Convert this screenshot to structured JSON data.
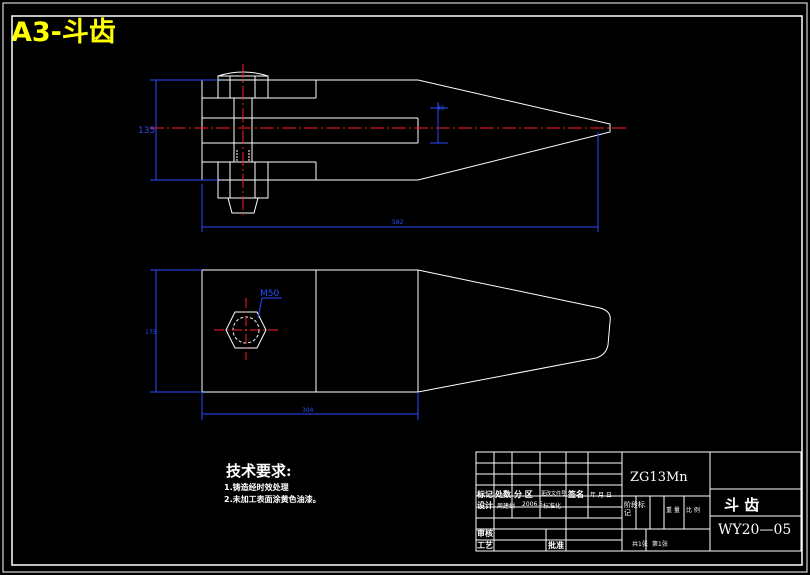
{
  "sheet_title": "A3-斗齿",
  "dimensions": {
    "top_height": "135",
    "top_small": "30",
    "top_length": "582",
    "thread": "M50",
    "bottom_height": "175",
    "bottom_length": "304"
  },
  "tech_requirements": {
    "heading": "技术要求:",
    "items": [
      "1.铸造经时效处理",
      "2.未加工表面涂黄色油漆。"
    ]
  },
  "title_block": {
    "material": "ZG13Mn",
    "part_name": "斗  齿",
    "drawing_no": "WY20—05",
    "row_labels": {
      "marks": "标记",
      "count": "处数",
      "zone": "分 区",
      "change_doc": "更改文件号",
      "sign": "签名",
      "date": "年 月 日",
      "design": "设计",
      "designer": "周建树",
      "date_value": "2006.5",
      "standard": "标准化",
      "review": "审核",
      "process": "工艺",
      "approve": "批准",
      "stage_mark": "阶段标记",
      "weight": "重 量",
      "scale": "比 例",
      "sheets_total": "共1张",
      "sheet_no": "第1张"
    }
  }
}
